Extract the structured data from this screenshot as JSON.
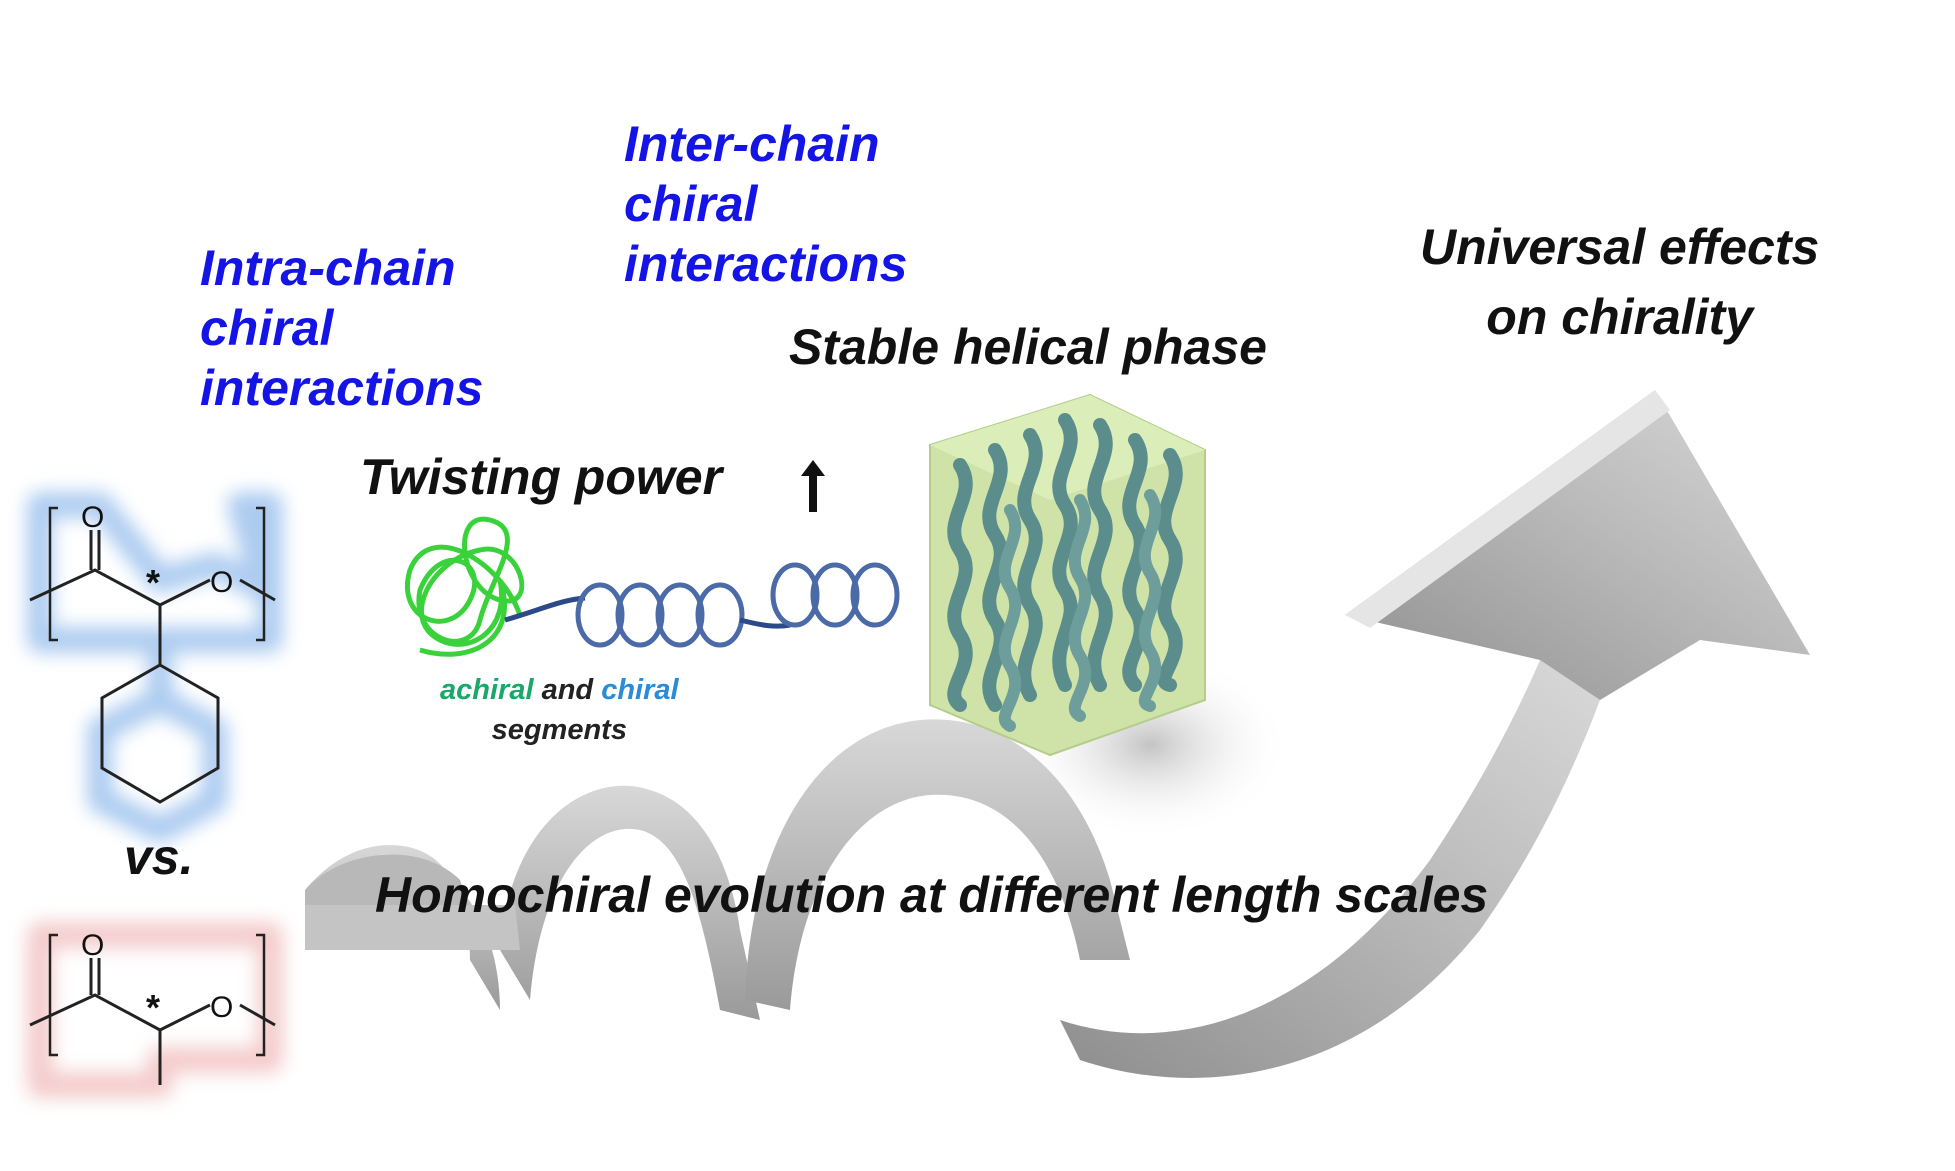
{
  "labels": {
    "intra": [
      "Intra-chain",
      "chiral",
      "interactions"
    ],
    "inter": [
      "Inter-chain",
      "chiral",
      "interactions"
    ],
    "universal": [
      "Universal effects",
      "on chirality"
    ],
    "stable_phase": "Stable helical phase",
    "twisting_power": "Twisting power",
    "segments_achiral": "achiral",
    "segments_and": "and",
    "segments_chiral": "chiral",
    "segments_word": "segments",
    "homochiral": "Homochiral evolution at different length scales",
    "vs": "vs."
  },
  "chemistry": {
    "carbonyl_o": "O",
    "ether_o": "O",
    "stereocenter": "*"
  },
  "colors": {
    "label_blue": "#1414e6",
    "glow_blue": "#9fc3ee",
    "glow_red": "#f2c2c2",
    "achiral_green": "#1aa86a",
    "chiral_blue": "#2a8bd6",
    "ribbon_gray": "#a9a9a9",
    "cube_green": "#cfe3a8",
    "helix_teal": "#5a8d8b"
  }
}
